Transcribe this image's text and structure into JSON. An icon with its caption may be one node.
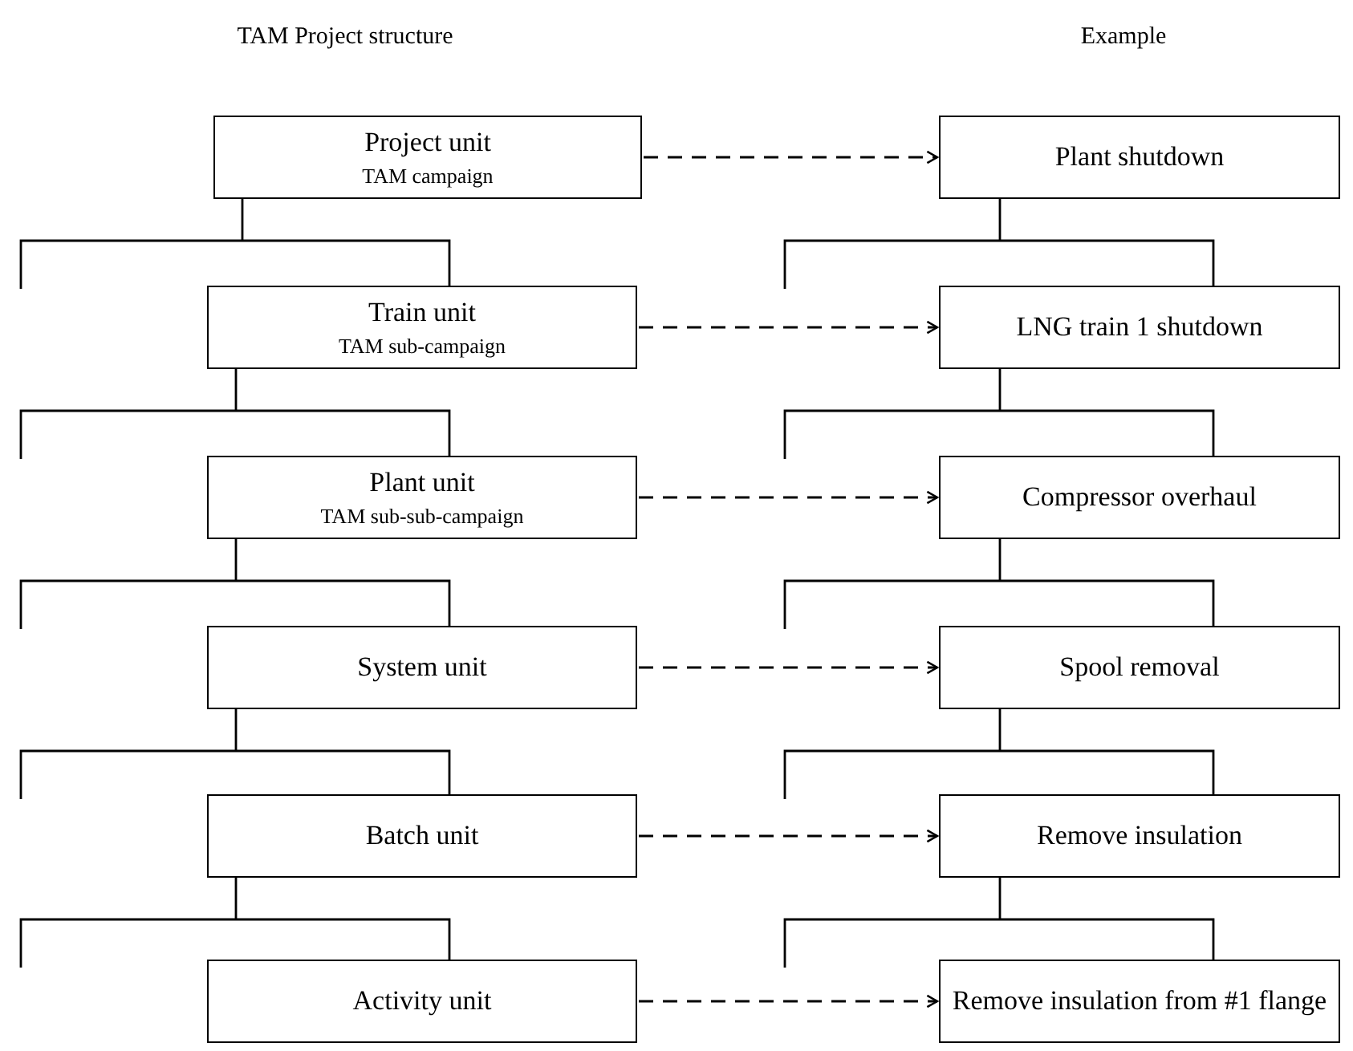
{
  "diagram": {
    "nodes": [
      {
        "text": [
          "Project unit",
          "TAM campaign"
        ]
      },
      {
        "text": [
          "Train unit",
          "TAM sub-campaign"
        ]
      },
      {
        "text": [
          "Plant unit",
          "TAM sub-sub-campaign"
        ]
      },
      {
        "text": [
          "System unit"
        ]
      },
      {
        "text": [
          "Batch unit"
        ]
      },
      {
        "text": [
          "Activity unit"
        ]
      },
      {
        "text": [
          "Plant shutdown"
        ]
      },
      {
        "text": [
          "LNG train 1 shutdown"
        ]
      },
      {
        "text": [
          "Compressor overhaul"
        ]
      },
      {
        "text": [
          "Spool removal"
        ]
      },
      {
        "text": [
          "Remove insulation"
        ]
      },
      {
        "text": [
          "Remove insulation from #1 flange"
        ]
      }
    ],
    "edges": [
      {
        "from": 0,
        "to": 1,
        "arrow": "none"
      },
      {
        "from": 1,
        "to": 2,
        "arrow": "none"
      },
      {
        "from": 2,
        "to": 3,
        "arrow": "none"
      },
      {
        "from": 3,
        "to": 4,
        "arrow": "none"
      },
      {
        "from": 4,
        "to": 5,
        "arrow": "none"
      },
      {
        "from": 6,
        "to": 7,
        "arrow": "none"
      },
      {
        "from": 7,
        "to": 8,
        "arrow": "none"
      },
      {
        "from": 8,
        "to": 9,
        "arrow": "none"
      },
      {
        "from": 9,
        "to": 10,
        "arrow": "none"
      },
      {
        "from": 10,
        "to": 11,
        "arrow": "none"
      },
      {
        "from": 0,
        "to": 6,
        "arrow": "to",
        "style": "dashed"
      },
      {
        "from": 1,
        "to": 7,
        "arrow": "to",
        "style": "dashed"
      },
      {
        "from": 2,
        "to": 8,
        "arrow": "to",
        "style": "dashed"
      },
      {
        "from": 3,
        "to": 9,
        "arrow": "to",
        "style": "dashed"
      },
      {
        "from": 4,
        "to": 10,
        "arrow": "to",
        "style": "dashed"
      },
      {
        "from": 5,
        "to": 11,
        "arrow": "to",
        "style": "dashed"
      }
    ],
    "labels": [
      "TAM Project structure",
      "Example"
    ]
  }
}
